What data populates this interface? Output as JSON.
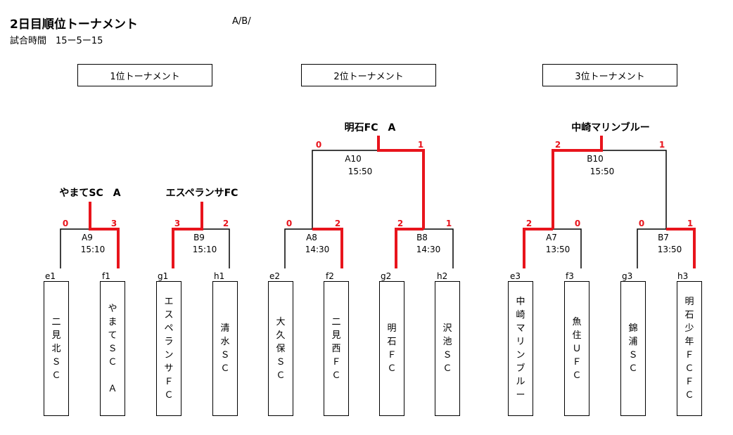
{
  "header": {
    "title": "2日目順位トーナメント",
    "variant": "A/B/",
    "match_time": "試合時間　15ー5ー15"
  },
  "tournaments": [
    {
      "label": "1位トーナメント"
    },
    {
      "label": "2位トーナメント"
    },
    {
      "label": "3位トーナメント"
    }
  ],
  "teams": [
    {
      "code": "e1",
      "name": "二見北ＳＣ"
    },
    {
      "code": "f1",
      "name": "やまてＳＣ　Ａ"
    },
    {
      "code": "g1",
      "name": "エスペランサＦＣ"
    },
    {
      "code": "h1",
      "name": "清水ＳＣ"
    },
    {
      "code": "e2",
      "name": "大久保ＳＣ"
    },
    {
      "code": "f2",
      "name": "二見西ＦＣ"
    },
    {
      "code": "g2",
      "name": "明石ＦＣ"
    },
    {
      "code": "h2",
      "name": "沢池ＳＣ"
    },
    {
      "code": "e3",
      "name": "中崎マリンブルー"
    },
    {
      "code": "f3",
      "name": "魚住ＵＦＣ"
    },
    {
      "code": "g3",
      "name": "錦浦ＳＣ"
    },
    {
      "code": "h3",
      "name": "明石少年ＦＣＦＣ"
    }
  ],
  "matches": [
    {
      "id": "A9",
      "time": "15:10",
      "score_left": "0",
      "score_right": "3",
      "winner": "やまてSC　A"
    },
    {
      "id": "B9",
      "time": "15:10",
      "score_left": "3",
      "score_right": "2",
      "winner": "エスペランサFC"
    },
    {
      "id": "A8",
      "time": "14:30",
      "score_left": "0",
      "score_right": "2"
    },
    {
      "id": "B8",
      "time": "14:30",
      "score_left": "2",
      "score_right": "1"
    },
    {
      "id": "A10",
      "time": "15:50",
      "score_left": "0",
      "score_right": "1",
      "winner": "明石FC　A"
    },
    {
      "id": "A7",
      "time": "13:50",
      "score_left": "2",
      "score_right": "0"
    },
    {
      "id": "B7",
      "time": "13:50",
      "score_left": "0",
      "score_right": "1"
    },
    {
      "id": "B10",
      "time": "15:50",
      "score_left": "2",
      "score_right": "1",
      "winner": "中崎マリンブルー"
    }
  ],
  "colors": {
    "winner_line": "#e8141c",
    "line": "#000000"
  }
}
